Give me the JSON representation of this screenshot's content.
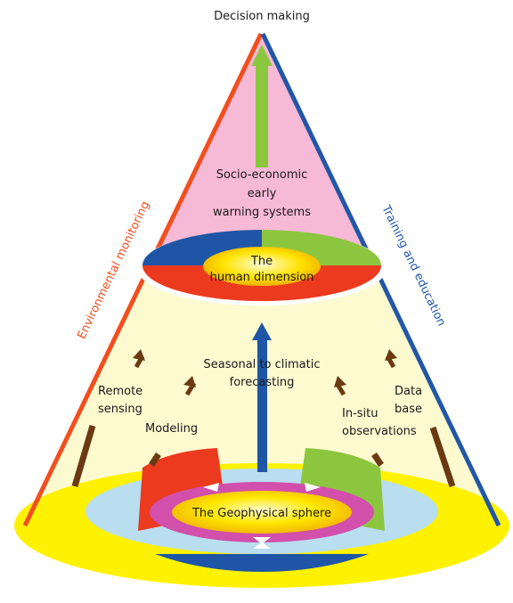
{
  "labels": {
    "decision_making": "Decision making",
    "socio_line1": "Socio-economic",
    "socio_line2": "early",
    "socio_line3": "warning systems",
    "human_line1": "The",
    "human_line2": "human dimension",
    "env_monitoring": "Environmental monitoring",
    "training": "Training and education",
    "seasonal_line1": "Seasonal to climatic",
    "seasonal_line2": "forecasting",
    "remote_line1": "Remote",
    "remote_line2": "sensing",
    "modeling": "Modeling",
    "insitu_line1": "In-situ",
    "insitu_line2": "observations",
    "database_line1": "Data",
    "database_line2": "base",
    "geophysical": "The Geophysical sphere"
  },
  "colors": {
    "apex_pink": "#f6b9d6",
    "body_cream": "#fdfad0",
    "base_yellow": "#fff200",
    "light_blue": "#b8def0",
    "magenta": "#d24fab",
    "red": "#ec3a1f",
    "green": "#8cc63f",
    "blue": "#1f55a6",
    "brown": "#6b3a12",
    "orange_edge": "#f24e1e",
    "blue_edge": "#2257a8",
    "center_yellow": "#ffe000"
  },
  "icons": [
    "up-arrow-icon",
    "white-triangle-icon"
  ]
}
